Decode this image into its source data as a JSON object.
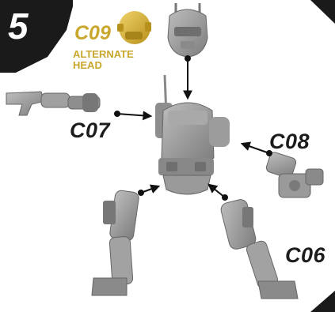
{
  "step_number": "5",
  "parts": {
    "alt_head_code": "C09",
    "alt_head_label_line1": "ALTERNATE",
    "alt_head_label_line2": "HEAD",
    "arm_left_code": "C07",
    "arm_right_code": "C08",
    "legs_code": "C06"
  },
  "colors": {
    "corner": "#1a1a1a",
    "gold": "#c9a62c",
    "part_gray": "#9a9a9a",
    "part_dark": "#6e6e6e",
    "label_dark": "#1c1c1c",
    "arrow": "#111111"
  }
}
